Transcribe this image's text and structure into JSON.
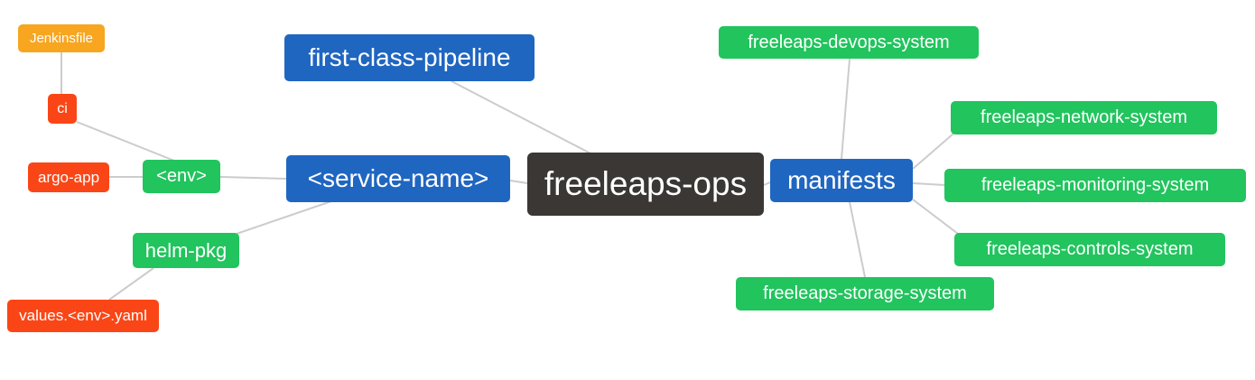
{
  "diagram": {
    "type": "mindmap",
    "background": "#ffffff",
    "edge_color": "#cccccc",
    "palette": {
      "green": "#21c45d",
      "blue": "#1f66c1",
      "dark": "#3a3734",
      "red": "#fa4616",
      "orange": "#f8a51f",
      "text": "#ffffff"
    },
    "nodes": [
      {
        "id": "freeleaps-ops",
        "label": "freeleaps-ops",
        "color": "dark",
        "role": "root"
      },
      {
        "id": "first-class-pipeline",
        "label": "first-class-pipeline",
        "color": "blue",
        "role": "branch"
      },
      {
        "id": "service-name",
        "label": "<service-name>",
        "color": "blue",
        "role": "branch"
      },
      {
        "id": "env",
        "label": "<env>",
        "color": "green",
        "role": "sub-branch"
      },
      {
        "id": "ci",
        "label": "ci",
        "color": "red",
        "role": "leaf"
      },
      {
        "id": "jenkinsfile",
        "label": "Jenkinsfile",
        "color": "orange",
        "role": "leaf"
      },
      {
        "id": "argo-app",
        "label": "argo-app",
        "color": "red",
        "role": "leaf"
      },
      {
        "id": "helm-pkg",
        "label": "helm-pkg",
        "color": "green",
        "role": "sub-branch"
      },
      {
        "id": "values-env-yaml",
        "label": "values.<env>.yaml",
        "color": "red",
        "role": "leaf"
      },
      {
        "id": "manifests",
        "label": "manifests",
        "color": "blue",
        "role": "branch"
      },
      {
        "id": "freeleaps-devops-system",
        "label": "freeleaps-devops-system",
        "color": "green",
        "role": "leaf"
      },
      {
        "id": "freeleaps-network-system",
        "label": "freeleaps-network-system",
        "color": "green",
        "role": "leaf"
      },
      {
        "id": "freeleaps-monitoring-system",
        "label": "freeleaps-monitoring-system",
        "color": "green",
        "role": "leaf"
      },
      {
        "id": "freeleaps-controls-system",
        "label": "freeleaps-controls-system",
        "color": "green",
        "role": "leaf"
      },
      {
        "id": "freeleaps-storage-system",
        "label": "freeleaps-storage-system",
        "color": "green",
        "role": "leaf"
      }
    ],
    "edges": [
      {
        "from": "freeleaps-ops",
        "to": "first-class-pipeline"
      },
      {
        "from": "freeleaps-ops",
        "to": "service-name"
      },
      {
        "from": "freeleaps-ops",
        "to": "manifests"
      },
      {
        "from": "service-name",
        "to": "env"
      },
      {
        "from": "service-name",
        "to": "helm-pkg"
      },
      {
        "from": "env",
        "to": "ci"
      },
      {
        "from": "env",
        "to": "argo-app"
      },
      {
        "from": "ci",
        "to": "jenkinsfile"
      },
      {
        "from": "helm-pkg",
        "to": "values-env-yaml"
      },
      {
        "from": "manifests",
        "to": "freeleaps-devops-system"
      },
      {
        "from": "manifests",
        "to": "freeleaps-network-system"
      },
      {
        "from": "manifests",
        "to": "freeleaps-monitoring-system"
      },
      {
        "from": "manifests",
        "to": "freeleaps-controls-system"
      },
      {
        "from": "manifests",
        "to": "freeleaps-storage-system"
      }
    ]
  }
}
